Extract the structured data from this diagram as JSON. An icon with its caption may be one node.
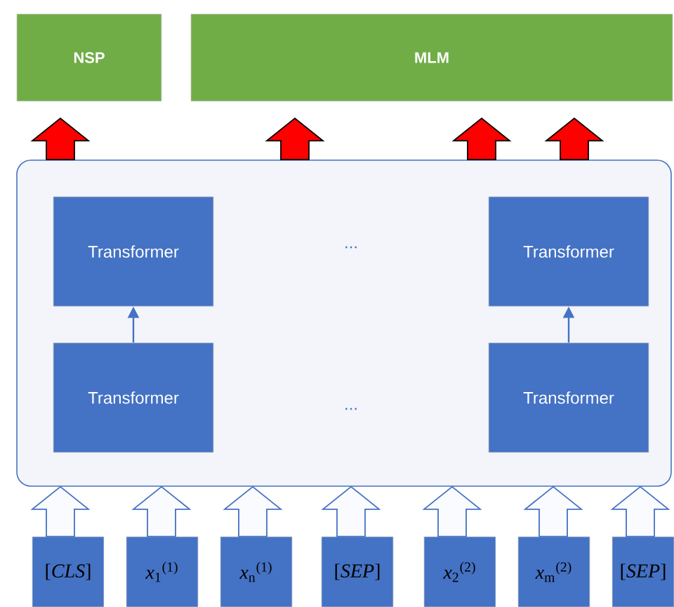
{
  "diagram": {
    "nodes": [
      {
        "text": [
          "NSP"
        ]
      },
      {
        "text": [
          "MLM"
        ]
      },
      {
        "text": [],
        "shape": "box"
      },
      {
        "text": [
          "Transformer"
        ],
        "in": 2
      },
      {
        "text": [
          "Transformer"
        ],
        "in": 2
      },
      {
        "text": [
          "Transformer"
        ],
        "in": 2
      },
      {
        "text": [
          "Transformer"
        ],
        "in": 2
      },
      {
        "text": [
          "[*CLS*]"
        ]
      },
      {
        "text": [
          "*x*$_{1}$$^{(1)}$"
        ]
      },
      {
        "text": [
          "*x*$_{n}$$^{(1)}$"
        ]
      },
      {
        "text": [
          "[*SEP*]"
        ]
      },
      {
        "text": [
          "*x*$_{2}$$^{(2)}$"
        ]
      },
      {
        "text": [
          "*x*$_{m}$$^{(2)}$"
        ]
      },
      {
        "text": [
          "[*SEP*]"
        ]
      }
    ],
    "edges": [
      {
        "from": 5,
        "to": 3,
        "arrow": "to"
      },
      {
        "from": 6,
        "to": 4,
        "arrow": "to"
      },
      {
        "from": 2,
        "to": 0,
        "arrow": "to",
        "style": "thick",
        "color": "#ff0000"
      },
      {
        "from": 2,
        "to": 1,
        "arrow": "to",
        "style": "thick",
        "color": "#ff0000"
      },
      {
        "from": 2,
        "to": 1,
        "arrow": "to",
        "style": "thick",
        "color": "#ff0000"
      },
      {
        "from": 2,
        "to": 1,
        "arrow": "to",
        "style": "thick",
        "color": "#ff0000"
      },
      {
        "from": 7,
        "to": 2,
        "arrow": "to",
        "style": "thick"
      },
      {
        "from": 8,
        "to": 2,
        "arrow": "to",
        "style": "thick"
      },
      {
        "from": 9,
        "to": 2,
        "arrow": "to",
        "style": "thick"
      },
      {
        "from": 10,
        "to": 2,
        "arrow": "to",
        "style": "thick"
      },
      {
        "from": 11,
        "to": 2,
        "arrow": "to",
        "style": "thick"
      },
      {
        "from": 12,
        "to": 2,
        "arrow": "to",
        "style": "thick"
      },
      {
        "from": 13,
        "to": 2,
        "arrow": "to",
        "style": "thick"
      }
    ],
    "labels": [
      "...",
      "..."
    ]
  }
}
